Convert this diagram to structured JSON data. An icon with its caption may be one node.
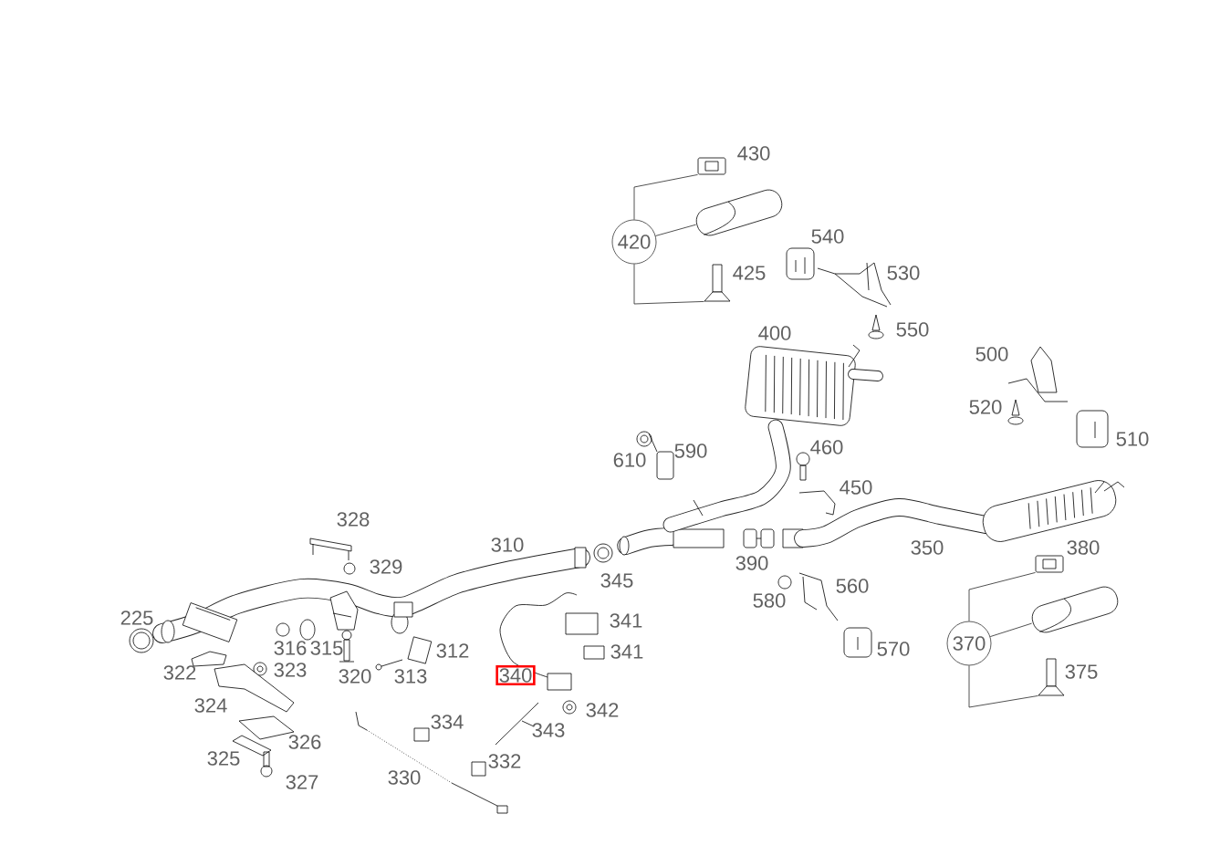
{
  "diagram": {
    "nodes": [
      {
        "text": [
          "420"
        ]
      },
      {
        "text": [],
        "shape": "picture"
      },
      {
        "text": [],
        "shape": "picture"
      },
      {
        "text": [],
        "shape": "picture"
      },
      {
        "text": [
          "370"
        ]
      },
      {
        "text": [],
        "shape": "picture"
      },
      {
        "text": [],
        "shape": "picture"
      },
      {
        "text": [],
        "shape": "picture"
      },
      {
        "text": [
          "340"
        ]
      }
    ],
    "edges": [
      {
        "from": 0,
        "to": 1,
        "arrow": "none"
      },
      {
        "from": 0,
        "to": 2,
        "arrow": "none"
      },
      {
        "from": 0,
        "to": 3,
        "arrow": "none"
      },
      {
        "from": 4,
        "to": 5,
        "arrow": "none"
      },
      {
        "from": 4,
        "to": 6,
        "arrow": "none"
      },
      {
        "from": 4,
        "to": 7,
        "arrow": "none"
      }
    ],
    "labels": [
      "430",
      "540",
      "530",
      "425",
      "550",
      "400",
      "500",
      "520",
      "510",
      "610",
      "590",
      "460",
      "450",
      "328",
      "310",
      "350",
      "380",
      "390",
      "329",
      "345",
      "560",
      "580",
      "225",
      "341",
      "316",
      "315",
      "312",
      "341",
      "570",
      "322",
      "323",
      "320",
      "313",
      "375",
      "324",
      "342",
      "343",
      "334",
      "326",
      "332",
      "325",
      "330",
      "327"
    ]
  }
}
